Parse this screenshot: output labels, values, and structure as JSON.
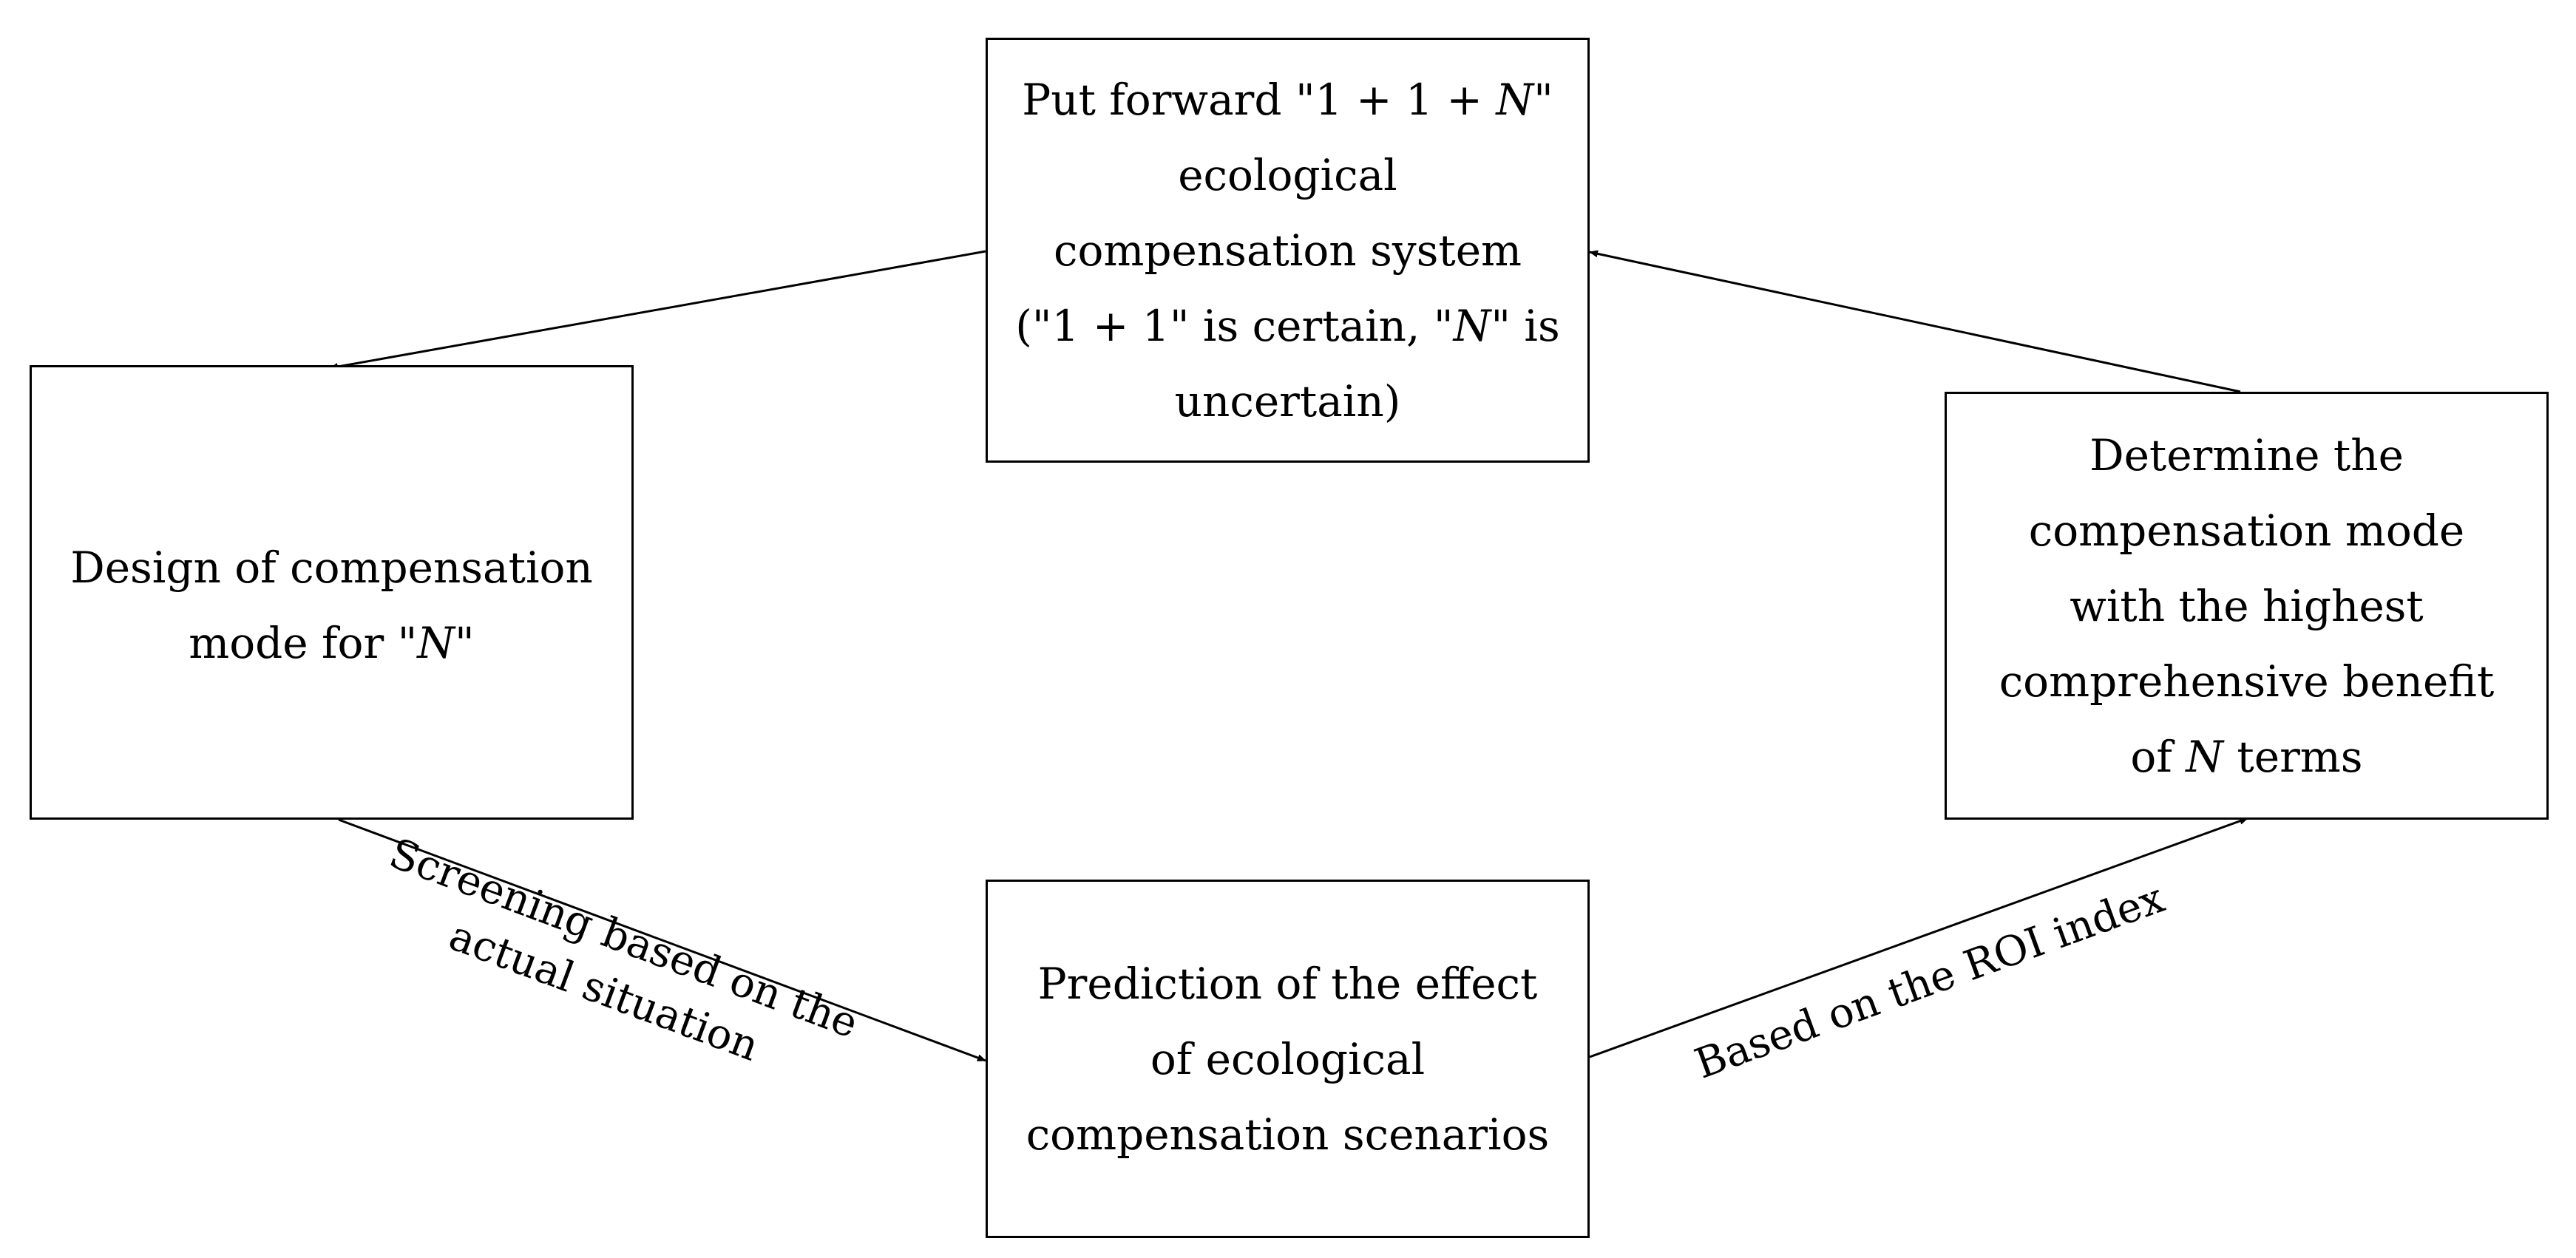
{
  "nodes": {
    "top": {
      "lines": [
        [
          "Put forward \"1 + 1 + ",
          "N",
          "\""
        ],
        [
          "ecological"
        ],
        [
          "compensation system"
        ],
        [
          "(\"1 + 1\" is certain, \"",
          "N",
          "\" is"
        ],
        [
          "uncertain)"
        ]
      ]
    },
    "left": {
      "lines": [
        [
          "Design of compensation"
        ],
        [
          "mode for \"",
          "N",
          "\""
        ]
      ]
    },
    "right": {
      "lines": [
        [
          "Determine the"
        ],
        [
          "compensation mode"
        ],
        [
          "with the highest"
        ],
        [
          "comprehensive benefit"
        ],
        [
          "of ",
          "N",
          " terms"
        ]
      ]
    },
    "bottom": {
      "lines": [
        [
          "Prediction of the effect"
        ],
        [
          "of ecological"
        ],
        [
          "compensation scenarios"
        ]
      ]
    }
  },
  "edge_labels": {
    "screening": {
      "line1": "Screening based on the",
      "line2": "actual situation"
    },
    "roi": {
      "line1": "Based on the ROI index"
    }
  }
}
